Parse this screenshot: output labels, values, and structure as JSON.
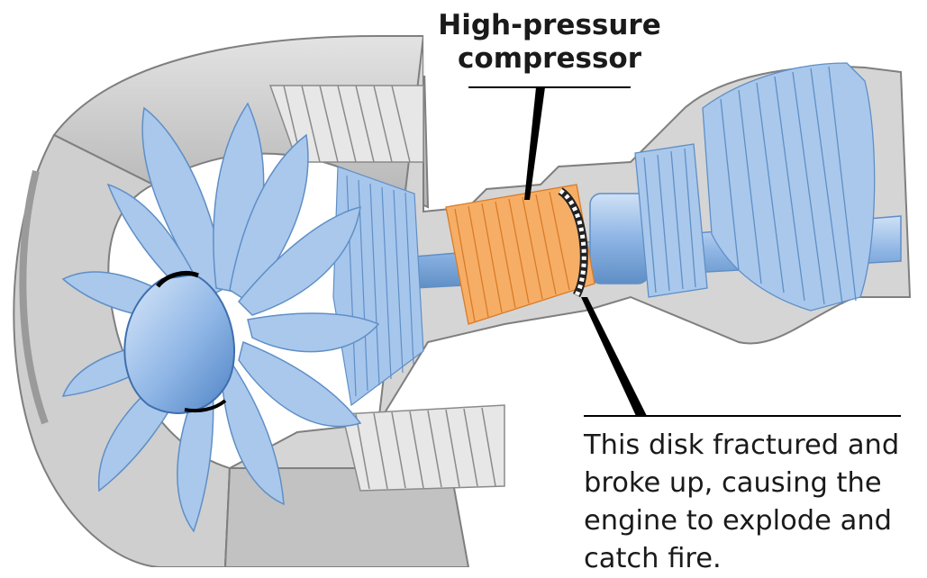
{
  "labels": {
    "compressor": [
      "High-pressure",
      "compressor"
    ],
    "disk_note": [
      "This disk fractured and",
      "broke up, causing the",
      "engine to explode and",
      "catch fire."
    ]
  },
  "colors": {
    "casing": "#c9c9c9",
    "casing_dark": "#8f8f8f",
    "fan_blade": "#a9c8ec",
    "fan_blade_edge": "#5f8fc6",
    "compressor_orange": "#f4a55a",
    "compressor_orange_edge": "#d97b28",
    "shaft": "#9cc0ea",
    "leader_line": "#000000"
  }
}
